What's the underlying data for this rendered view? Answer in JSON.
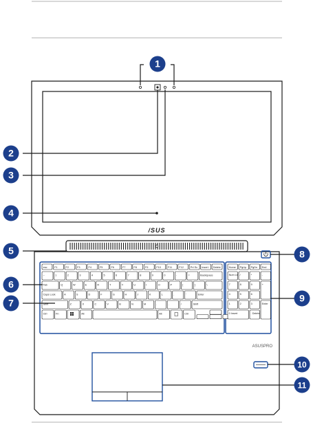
{
  "diagram": {
    "brand_lid": "/SUS",
    "brand_base": "ASUSPRO",
    "callouts": [
      "1",
      "2",
      "3",
      "4",
      "5",
      "6",
      "7",
      "8",
      "9",
      "10",
      "11"
    ],
    "function_keys": [
      "esc",
      "F1",
      "F2",
      "F3",
      "F4",
      "F5",
      "F6",
      "F7",
      "F8",
      "F9",
      "F10",
      "F11",
      "F12",
      "Prt Sc",
      "Insert",
      "Delete"
    ],
    "numpad_top_keys": [
      "Home",
      "PgUp",
      "PgDn",
      "End"
    ],
    "number_row": [
      "~",
      "1",
      "2",
      "3",
      "4",
      "5",
      "6",
      "7",
      "8",
      "9",
      "0",
      "-",
      "=",
      "Backspace"
    ],
    "top_letter_row": [
      "Tab",
      "Q",
      "W",
      "E",
      "R",
      "T",
      "Y",
      "U",
      "I",
      "O",
      "P",
      "[",
      "]",
      "\\"
    ],
    "home_row": [
      "Caps Lock",
      "A",
      "S",
      "D",
      "F",
      "G",
      "H",
      "J",
      "K",
      "L",
      ";",
      "'",
      "Enter"
    ],
    "bottom_letter_row": [
      "Shift",
      "Z",
      "X",
      "C",
      "V",
      "B",
      "N",
      "M",
      ",",
      ".",
      "/",
      "Shift"
    ],
    "modifier_row": [
      "Ctrl",
      "Fn",
      "Alt",
      "Alt",
      "Ctrl"
    ],
    "numpad_keys": [
      "Num Lk",
      "/",
      "*",
      "-",
      "7",
      "8",
      "9",
      "+",
      "4",
      "5",
      "6",
      "1",
      "2",
      "3",
      "Enter",
      "0",
      "Insert",
      ".",
      "Delete"
    ],
    "colors": {
      "line": "#1a1a1a",
      "callout_fill": "#1c3f8c",
      "callout_text": "#ffffff",
      "highlight": "#1f4f9e",
      "rule": "#999999"
    }
  }
}
